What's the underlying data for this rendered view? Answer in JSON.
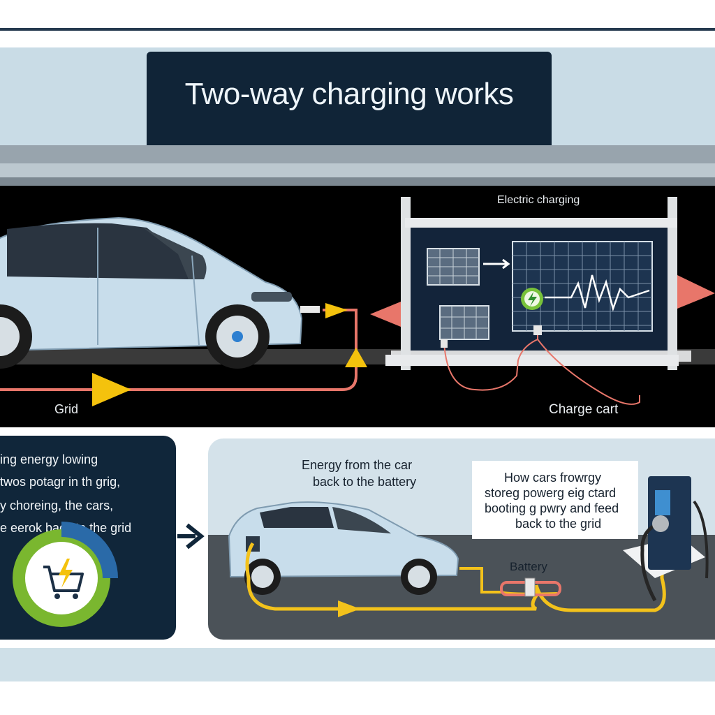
{
  "title": "Two-way charging works",
  "labels": {
    "electric_charging": "Electric charging",
    "grid": "Grid",
    "charge_cart": "Charge cart",
    "energy_from_car": [
      "Energy from the car",
      "back to the battery"
    ],
    "battery": "Battery"
  },
  "info_lines": [
    "ing energy lowing",
    "twos potagr in th grig,",
    "y choreing,  the cars,",
    "e eerok back to the grid"
  ],
  "callout_lines": [
    "How cars frowrgy",
    "storeg powerg eig ctard",
    "booting g pwry and feed",
    "back to the grid"
  ],
  "colors": {
    "title_bg": "#102437",
    "panel_dark": "#10263a",
    "arrow_yellow": "#f4c20d",
    "cable_pink": "#e8766a",
    "cable_yellow": "#f3c21b",
    "car_body": "#c7dcea"
  }
}
